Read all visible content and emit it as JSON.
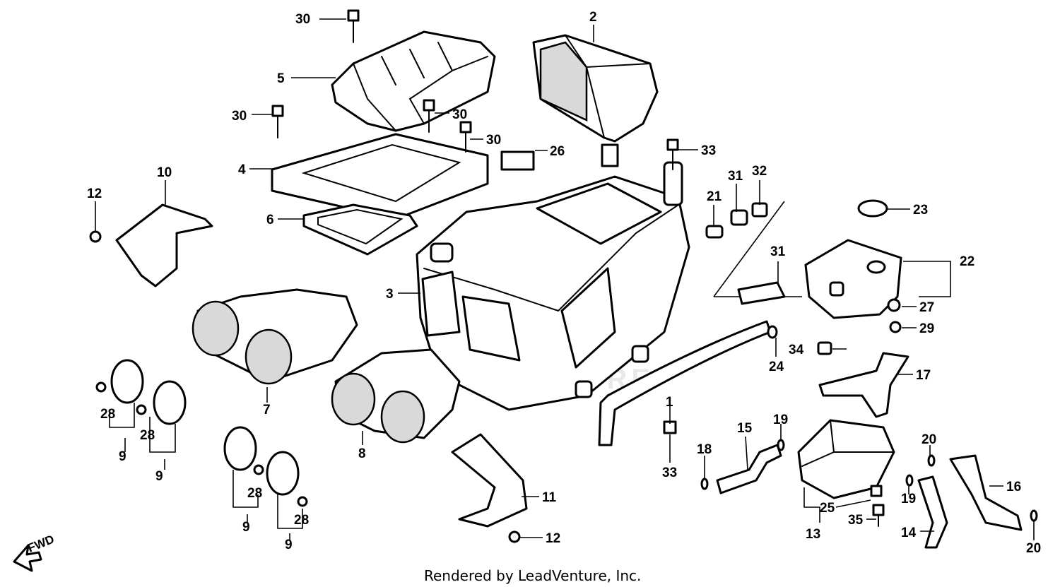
{
  "credit": "Rendered by LeadVenture, Inc.",
  "fwd_label": "FWD",
  "watermark": "LEADVENTURE",
  "callouts": {
    "c1": "1",
    "c2": "2",
    "c3": "3",
    "c4": "4",
    "c5": "5",
    "c6": "6",
    "c7": "7",
    "c8": "8",
    "c9a": "9",
    "c9b": "9",
    "c9c": "9",
    "c9d": "9",
    "c10": "10",
    "c11": "11",
    "c12a": "12",
    "c12b": "12",
    "c13": "13",
    "c14": "14",
    "c15": "15",
    "c16": "16",
    "c17": "17",
    "c18": "18",
    "c19a": "19",
    "c19b": "19",
    "c20a": "20",
    "c20b": "20",
    "c21": "21",
    "c22": "22",
    "c23": "23",
    "c24": "24",
    "c25": "25",
    "c26": "26",
    "c27": "27",
    "c28a": "28",
    "c28b": "28",
    "c28c": "28",
    "c28d": "28",
    "c29": "29",
    "c30a": "30",
    "c30b": "30",
    "c30c": "30",
    "c30d": "30",
    "c31a": "31",
    "c31b": "31",
    "c32": "32",
    "c33a": "33",
    "c33b": "33",
    "c34": "34",
    "c35": "35"
  }
}
